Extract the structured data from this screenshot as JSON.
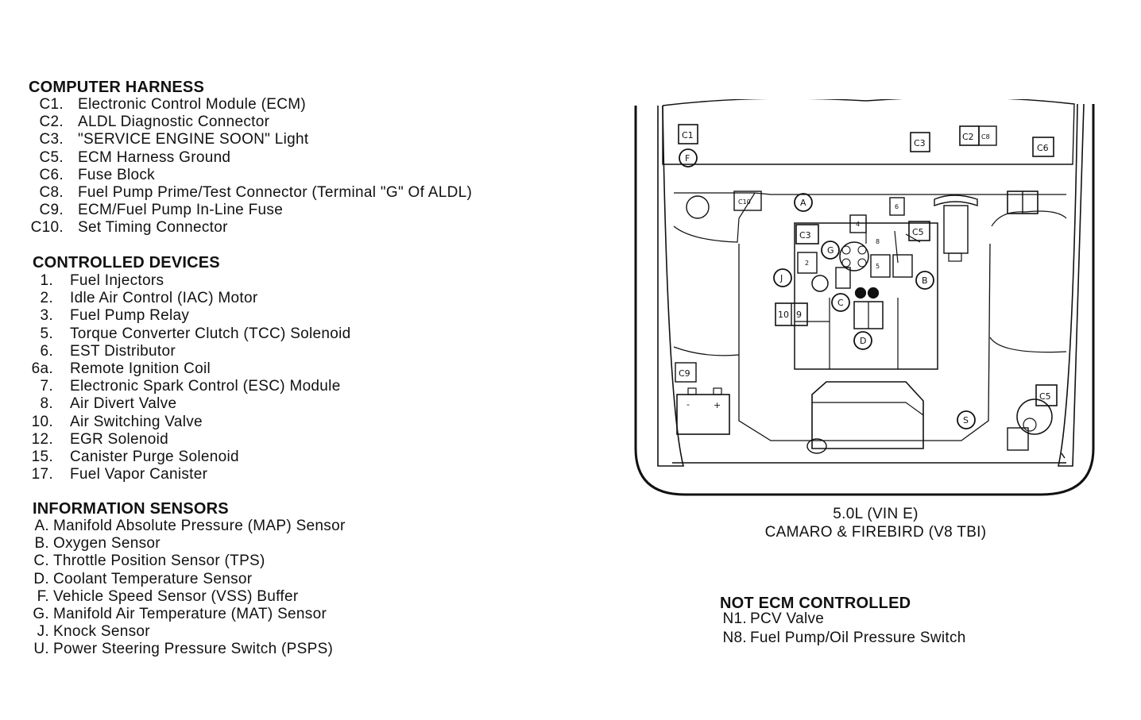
{
  "computer_harness": {
    "title": "COMPUTER HARNESS",
    "items": [
      {
        "code": "C1.",
        "text": "Electronic Control Module (ECM)"
      },
      {
        "code": "C2.",
        "text": "ALDL Diagnostic Connector"
      },
      {
        "code": "C3.",
        "text": "\"SERVICE ENGINE SOON\" Light"
      },
      {
        "code": "C5.",
        "text": "ECM Harness Ground"
      },
      {
        "code": "C6.",
        "text": "Fuse Block"
      },
      {
        "code": "C8.",
        "text": "Fuel Pump Prime/Test Connector (Terminal \"G\" Of ALDL)"
      },
      {
        "code": "C9.",
        "text": "ECM/Fuel Pump In-Line Fuse"
      },
      {
        "code": "C10.",
        "text": "Set Timing Connector"
      }
    ]
  },
  "controlled_devices": {
    "title": "CONTROLLED DEVICES",
    "items": [
      {
        "code": "1.",
        "text": "Fuel Injectors"
      },
      {
        "code": "2.",
        "text": "Idle Air Control (IAC) Motor"
      },
      {
        "code": "3.",
        "text": "Fuel Pump Relay"
      },
      {
        "code": "5.",
        "text": "Torque Converter Clutch (TCC) Solenoid"
      },
      {
        "code": "6.",
        "text": "EST Distributor"
      },
      {
        "code": "6a.",
        "text": "Remote Ignition Coil"
      },
      {
        "code": "7.",
        "text": "Electronic Spark Control (ESC) Module"
      },
      {
        "code": "8.",
        "text": "Air Divert Valve"
      },
      {
        "code": "10.",
        "text": "Air Switching Valve"
      },
      {
        "code": "12.",
        "text": "EGR Solenoid"
      },
      {
        "code": "15.",
        "text": "Canister Purge Solenoid"
      },
      {
        "code": "17.",
        "text": "Fuel Vapor Canister"
      }
    ]
  },
  "information_sensors": {
    "title": "INFORMATION SENSORS",
    "items": [
      {
        "code": "A.",
        "text": "Manifold Absolute Pressure (MAP) Sensor"
      },
      {
        "code": "B.",
        "text": "Oxygen Sensor"
      },
      {
        "code": "C.",
        "text": "Throttle Position Sensor (TPS)"
      },
      {
        "code": "D.",
        "text": "Coolant Temperature Sensor"
      },
      {
        "code": "F.",
        "text": "Vehicle Speed Sensor (VSS) Buffer"
      },
      {
        "code": "G.",
        "text": "Manifold Air Temperature (MAT) Sensor"
      },
      {
        "code": "J.",
        "text": "Knock Sensor"
      },
      {
        "code": "U.",
        "text": "Power Steering Pressure Switch (PSPS)"
      }
    ]
  },
  "not_ecm_controlled": {
    "title": "NOT ECM CONTROLLED",
    "items": [
      {
        "code": "N1.",
        "text": "PCV Valve"
      },
      {
        "code": "N8.",
        "text": "Fuel Pump/Oil Pressure Switch"
      }
    ]
  },
  "diagram": {
    "caption_line1": "5.0L (VIN E)",
    "caption_line2": "CAMARO & FIREBIRD (V8 TBI)",
    "component_labels": {
      "c1": "C1",
      "c3_top": "C3",
      "c2": "C2",
      "c8": "C8",
      "c6": "C6",
      "c10": "C10",
      "c3_engine": "C3",
      "c5_engine": "C5",
      "c9": "C9",
      "c5_battery": "C5",
      "box_10": "10",
      "box_9": "9",
      "box_2": "2",
      "box_4": "4",
      "box_5": "5",
      "box_6": "6",
      "small_8": "8",
      "circ_f": "F",
      "circ_a": "A",
      "circ_g": "G",
      "circ_j": "J",
      "circ_c": "C",
      "circ_b": "B",
      "circ_d": "D",
      "circ_s": "S",
      "battery_minus": "-",
      "battery_plus": "+"
    }
  }
}
